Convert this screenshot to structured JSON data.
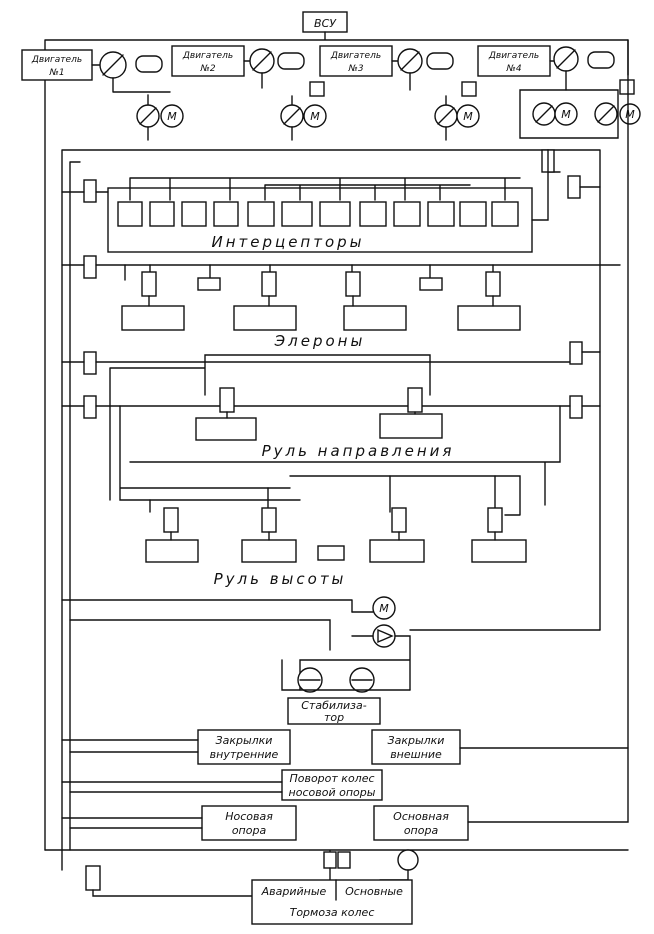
{
  "apu_label": "ВСУ",
  "engines": [
    {
      "line1": "Двигатель",
      "line2": "№1"
    },
    {
      "line1": "Двигатель",
      "line2": "№2"
    },
    {
      "line1": "Двигатель",
      "line2": "№3"
    },
    {
      "line1": "Двигатель",
      "line2": "№4"
    }
  ],
  "motor_letter": "М",
  "sections": {
    "spoilers": "Интерцепторы",
    "ailerons": "Элероны",
    "rudder": "Руль направления",
    "elevator": "Руль высоты"
  },
  "consumers": {
    "stabilizer": {
      "line1": "Стабилиза-",
      "line2": "тор"
    },
    "flaps_inner": {
      "line1": "Закрылки",
      "line2": "внутренние"
    },
    "flaps_outer": {
      "line1": "Закрылки",
      "line2": "внешние"
    },
    "nose_steering": {
      "line1": "Поворот колес",
      "line2": "носовой опоры"
    },
    "nose_gear": {
      "line1": "Носовая",
      "line2": "опора"
    },
    "main_gear": {
      "line1": "Основная",
      "line2": "опора"
    }
  },
  "brakes": {
    "emergency": "Аварийные",
    "main": "Основные",
    "title": "Тормоза колес"
  }
}
